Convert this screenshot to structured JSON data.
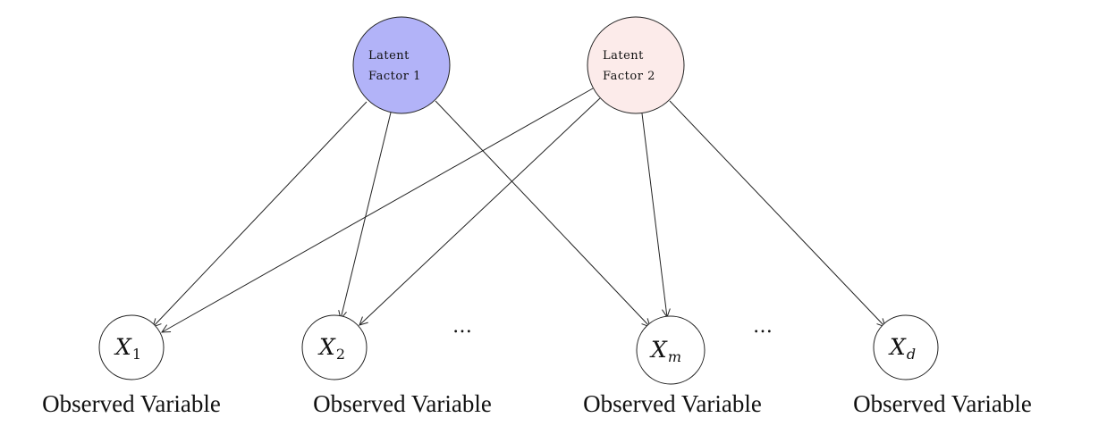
{
  "latent_factors": [
    {
      "line1": "Latent",
      "line2": "Factor 1",
      "fill": "#b2b3f8"
    },
    {
      "line1": "Latent",
      "line2": "Factor 2",
      "fill": "#fcebea"
    }
  ],
  "observed": [
    {
      "base": "X",
      "subscript": "1"
    },
    {
      "base": "X",
      "subscript": "2"
    },
    {
      "base": "X",
      "subscript": "m"
    },
    {
      "base": "X",
      "subscript": "d"
    }
  ],
  "captions": [
    "Observed Variable",
    "Observed Variable",
    "Observed Variable",
    "Observed Variable"
  ],
  "ellipses": [
    "…",
    "…"
  ],
  "edges": [
    {
      "from": "latent-factor-1",
      "to": "X_1"
    },
    {
      "from": "latent-factor-1",
      "to": "X_2"
    },
    {
      "from": "latent-factor-1",
      "to": "X_m"
    },
    {
      "from": "latent-factor-2",
      "to": "X_1"
    },
    {
      "from": "latent-factor-2",
      "to": "X_2"
    },
    {
      "from": "latent-factor-2",
      "to": "X_m"
    },
    {
      "from": "latent-factor-2",
      "to": "X_d"
    }
  ]
}
